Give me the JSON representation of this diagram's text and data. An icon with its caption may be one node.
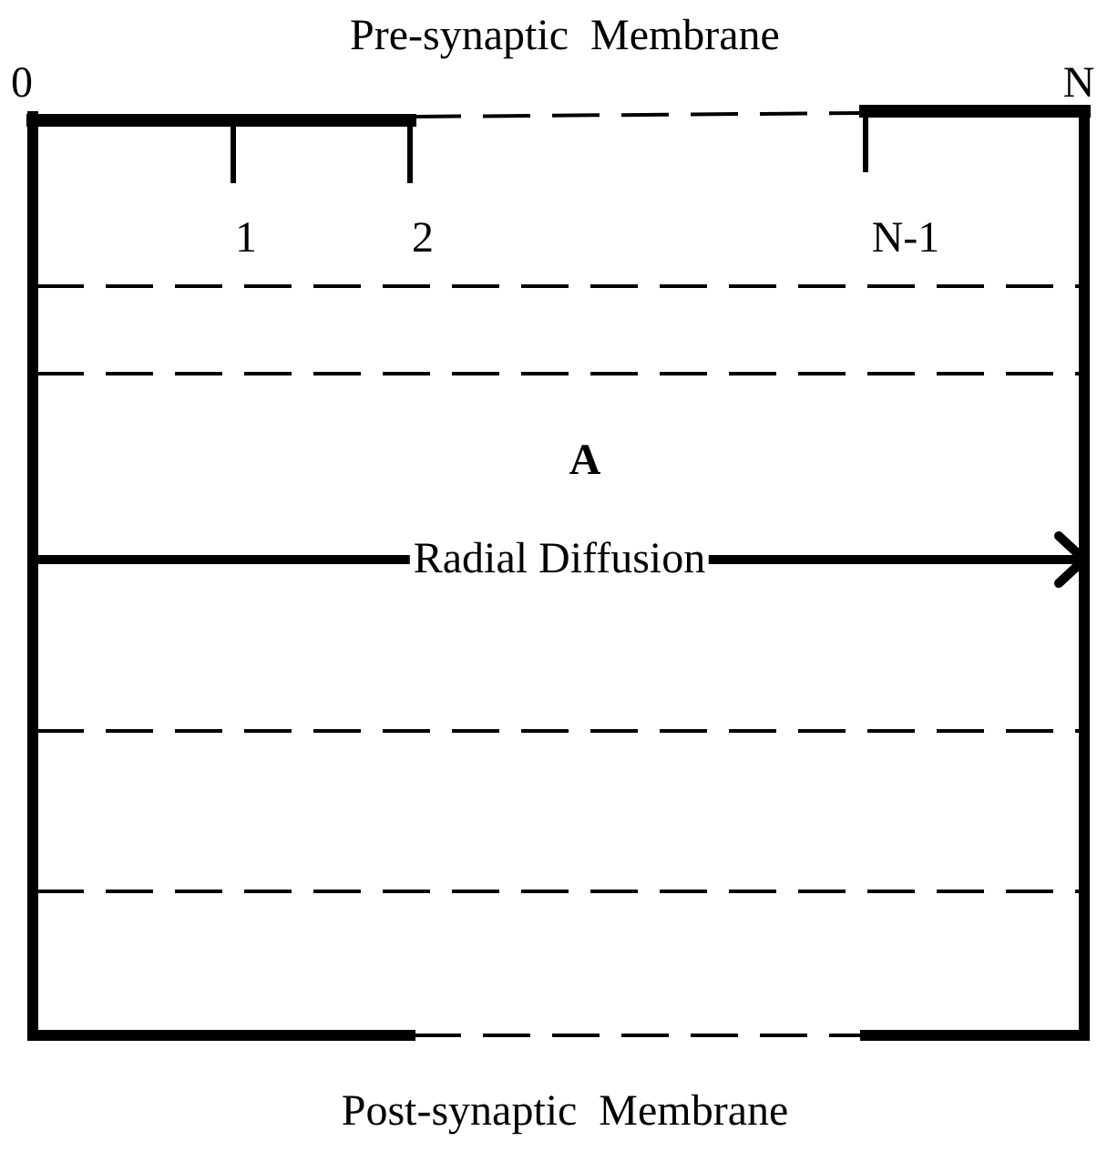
{
  "diagram": {
    "labels": [
      "Pre-synaptic  Membrane",
      "0",
      "N",
      "1",
      "2",
      "N-1",
      "A",
      "Radial Diffusion",
      "Post-synaptic  Membrane"
    ]
  }
}
